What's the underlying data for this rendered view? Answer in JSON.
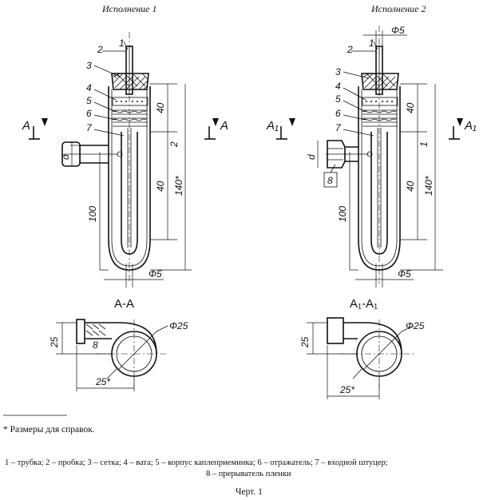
{
  "variants": {
    "left_title": "Исполнение 1",
    "right_title": "Исполнение 2"
  },
  "labels": {
    "n1": "1",
    "n2": "2",
    "n3": "3",
    "n4": "4",
    "n5": "5",
    "n6": "6",
    "n7": "7",
    "n8": "8",
    "dim_40_top": "40",
    "dim_40_mid": "40",
    "dim_140": "140*",
    "dim_100": "100",
    "dim_d": "d",
    "dim_2": "2",
    "dim_1": "1",
    "phi5": "Φ5",
    "phi25": "Φ25",
    "dim_25": "25",
    "dim_25star": "25*",
    "dim_8": "8",
    "cut_A": "A",
    "cut_A1": "A₁"
  },
  "sections": {
    "left": "А-А",
    "right": "А₁-А₁"
  },
  "footnote": "* Размеры для справок.",
  "legend": {
    "line1": "1 – трубка;   2 – пробка;   3 – сетка;   4 – вата;   5 – корпус  каплеприемника;   6 – отражатель;   7 – входной  штуцер;",
    "line2": "8 – прерыватель пленки"
  },
  "caption": "Черт. 1"
}
